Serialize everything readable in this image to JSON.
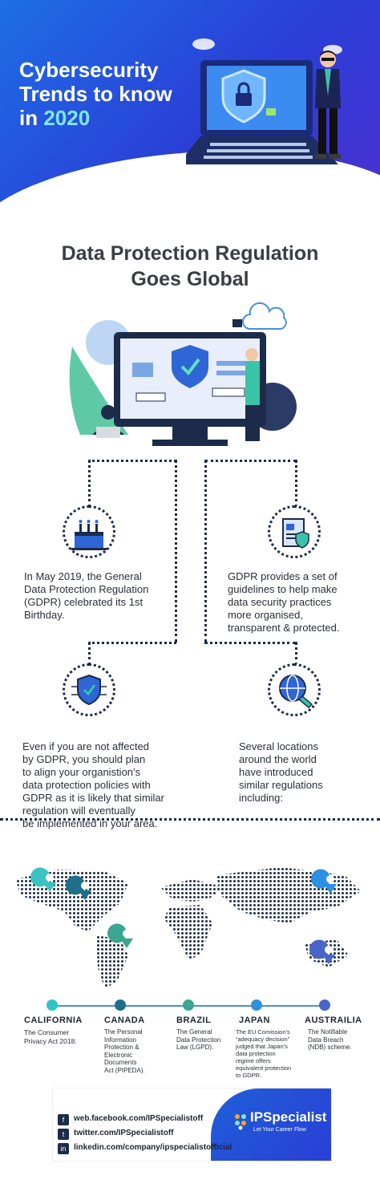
{
  "header": {
    "title_line1": "Cybersecurity",
    "title_line2": "Trends to know",
    "title_line3_prefix": "in ",
    "title_year": "2020"
  },
  "section": {
    "title_line1": "Data Protection Regulation",
    "title_line2": "Goes Global"
  },
  "blocks": {
    "birthday": [
      "In May 2019, the General",
      "Data Protection Regulation",
      "(GDPR) celebrated its 1st",
      "Birthday."
    ],
    "guidelines": [
      "GDPR provides a set of",
      "guidelines to help make",
      "data security practices",
      "more organised,",
      "transparent & protected."
    ],
    "align": [
      "Even if you are not affected",
      "by GDPR, you should plan",
      "to align your organistion’s",
      "data protection policies with",
      "GDPR as it is likely that similar",
      "regulation will eventually",
      "be implemented in your area."
    ],
    "locations": [
      "Several locations",
      "around the world",
      "have introduced",
      "similar regulations",
      "including:"
    ]
  },
  "regions": [
    {
      "name": "CALIFORNIA",
      "color": "#2ec4c4",
      "desc": [
        "The Consumer",
        "Privacy Act 2018."
      ]
    },
    {
      "name": "CANADA",
      "color": "#1f6f8b",
      "desc": [
        "The Personal",
        "Information",
        "Protection &",
        "Electronic",
        "Documents",
        "Act (PIPEDA)."
      ]
    },
    {
      "name": "BRAZIL",
      "color": "#3aa68f",
      "desc": [
        "The General",
        "Data Protection",
        "Law (LGPD)."
      ]
    },
    {
      "name": "JAPAN",
      "color": "#2f8fe0",
      "desc": [
        "The EU Comission’s",
        "“adequacy decision”",
        "judged that Japan’s",
        "data protection",
        "regime offers",
        "equivalent protection",
        "to GDPR."
      ]
    },
    {
      "name": "AUSTRAILIA",
      "color": "#4a64c9",
      "desc": [
        "The Notifiable",
        "Data Breach",
        "(NDB) scheme."
      ]
    }
  ],
  "footer": {
    "facebook": "web.facebook.com/IPSpecialistoff",
    "twitter": "twitter.com/IPSpecialistoff",
    "linkedin": "linkedin.com/company/ipspecialistofficial",
    "brand": "IPSpecialist",
    "tagline": "Let Your Career Flow"
  },
  "colors": {
    "primary": "#1e6ee6",
    "accent": "#7ee8f6",
    "dark": "#1c2b4a"
  },
  "icons": [
    "laptop-lock-icon",
    "hacker-icon",
    "monitor-shield-icon",
    "birthday-cake-icon",
    "document-shield-icon",
    "shield-circuit-icon",
    "globe-tag-icon",
    "world-map-icon",
    "map-pin-icon",
    "facebook-icon",
    "twitter-icon",
    "linkedin-icon",
    "ipspecialist-logo-icon"
  ]
}
